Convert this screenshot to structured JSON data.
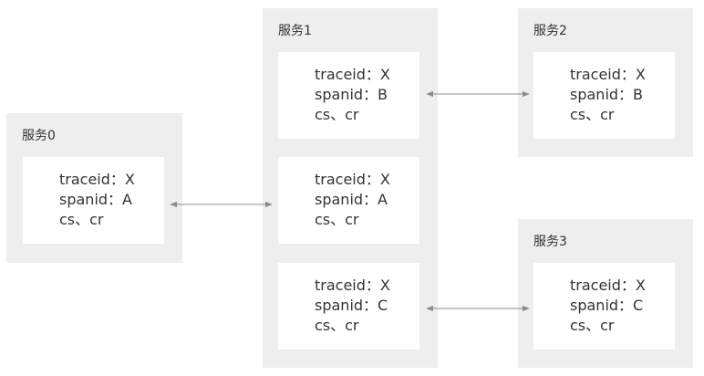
{
  "services": [
    {
      "title": "服务0",
      "cards": [
        {
          "traceid": "traceid：X",
          "spanid": "spanid：A",
          "type": "cs、cr"
        }
      ]
    },
    {
      "title": "服务1",
      "cards": [
        {
          "traceid": "traceid：X",
          "spanid": "spanid：B",
          "type": "cs、cr"
        },
        {
          "traceid": "traceid：X",
          "spanid": "spanid：A",
          "type": "cs、cr"
        },
        {
          "traceid": "traceid：X",
          "spanid": "spanid：C",
          "type": "cs、cr"
        }
      ]
    },
    {
      "title": "服务2",
      "cards": [
        {
          "traceid": "traceid：X",
          "spanid": "spanid：B",
          "type": "cs、cr"
        }
      ]
    },
    {
      "title": "服务3",
      "cards": [
        {
          "traceid": "traceid：X",
          "spanid": "spanid：C",
          "type": "cs、cr"
        }
      ]
    }
  ],
  "colors": {
    "group_bg": "#eeeeee",
    "card_bg": "#ffffff",
    "text": "#333333",
    "arrow": "#8c8c8c"
  }
}
